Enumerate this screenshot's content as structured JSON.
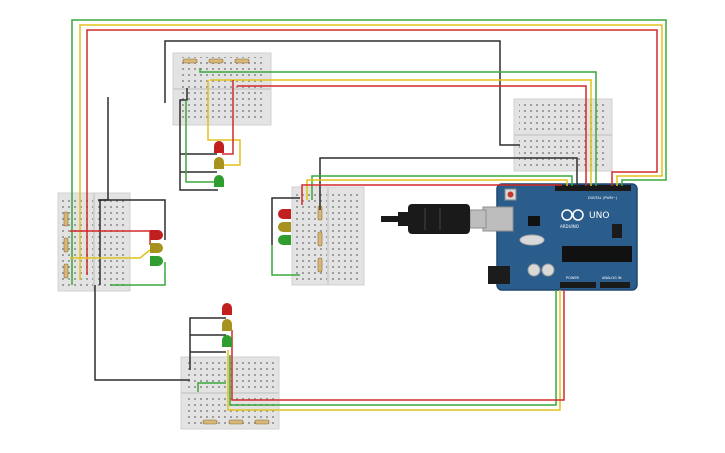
{
  "arduino": {
    "brand": "UNO",
    "model_label": "ARDUINO",
    "digital_label": "DIGITAL (PWM~)",
    "power_label": "POWER",
    "analog_label": "ANALOG IN"
  },
  "colors": {
    "background": "#ffffff",
    "breadboard": "#e3e3e3",
    "breadboard_edge": "#d2d2d2",
    "hole": "#9e9e9e",
    "board": "#2b5d8c",
    "board_edge": "#1d476e",
    "wire_red": "#d42a2a",
    "wire_yellow": "#e0c21a",
    "wire_green": "#3aa83a",
    "wire_black": "#2d2d2d",
    "led_red": "#c21f1f",
    "led_yellow": "#a8921e",
    "led_green": "#2f9e2f",
    "resistor": "#d9b779",
    "usb_cable": "#1a1a1a",
    "usb_plug": "#bdbdbd"
  },
  "icons": [
    "breadboard",
    "arduino-uno-board",
    "usb-cable",
    "red-led",
    "yellow-led",
    "green-led",
    "resistor",
    "jumper-wire"
  ]
}
